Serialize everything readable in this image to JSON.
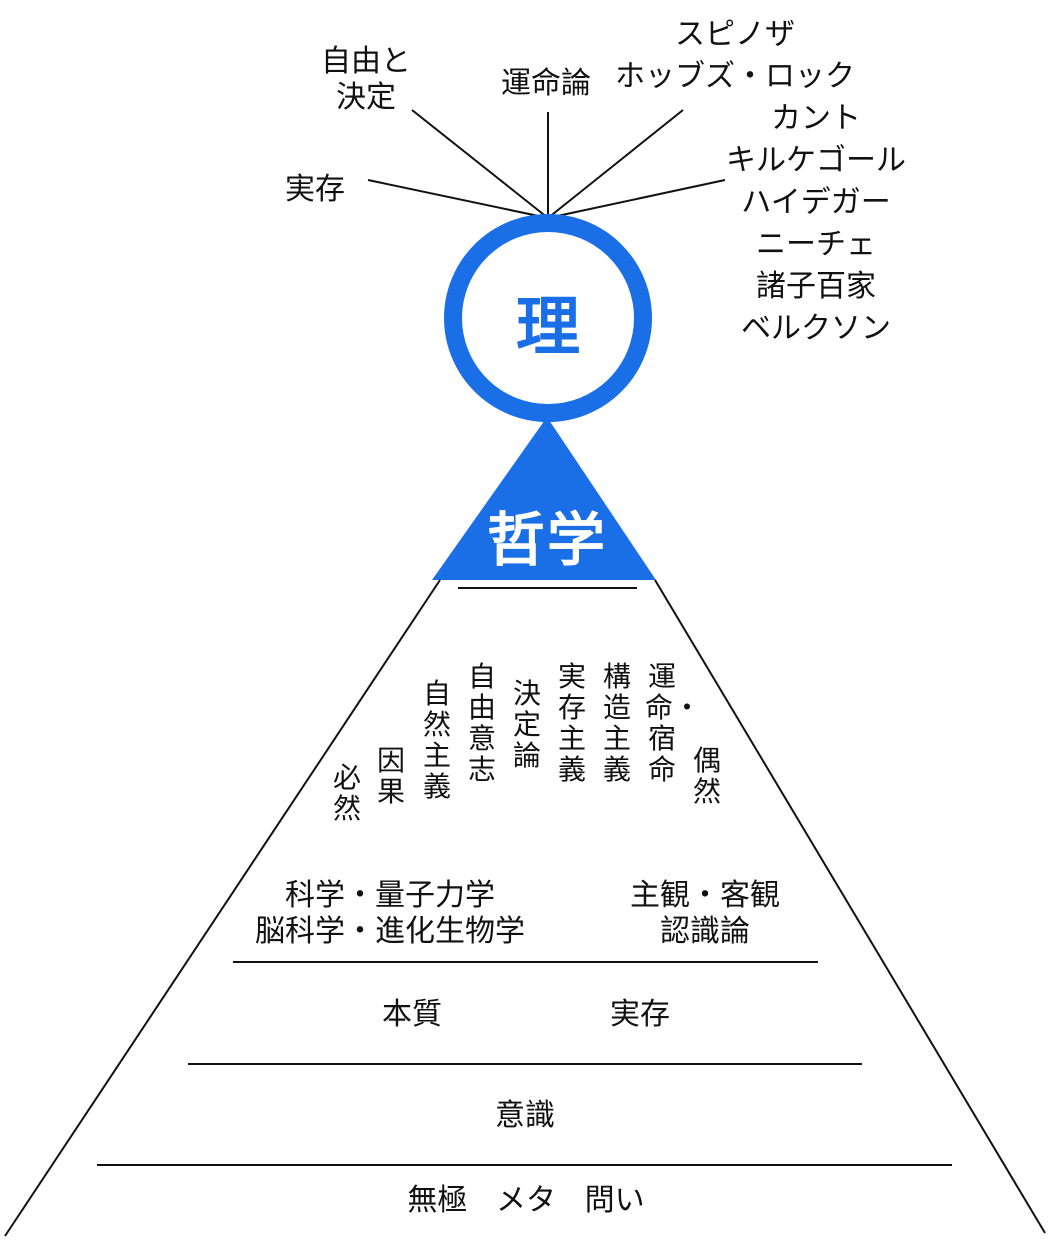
{
  "top_concepts": {
    "jiyu_kettei": [
      "自由と",
      "決定"
    ],
    "unmeiron": "運命論",
    "jitsuzon": "実存",
    "philosophers_a": [
      "スピノザ",
      "ホッブズ・ロック"
    ],
    "philosophers_b": [
      "カント",
      "キルケゴール",
      "ハイデガー",
      "ニーチェ",
      "諸子百家",
      "ベルクソン"
    ]
  },
  "apex": {
    "circle_label": "理",
    "triangle_label": "哲学",
    "accent_color": "#1a6fe6"
  },
  "vertical_terms": [
    "必然",
    "因果",
    "自然主義",
    "自由意志",
    "決定論",
    "実存主義",
    "構造主義",
    "運命・宿命",
    "偶然"
  ],
  "science_group": [
    "科学・量子力学",
    "脳科学・進化生物学"
  ],
  "subjectivity_group": [
    "主観・客観",
    "認識論"
  ],
  "layer_essence": "本質",
  "layer_existence": "実存",
  "layer_consciousness": "意識",
  "base_terms": [
    "無極",
    "メタ",
    "問い"
  ]
}
